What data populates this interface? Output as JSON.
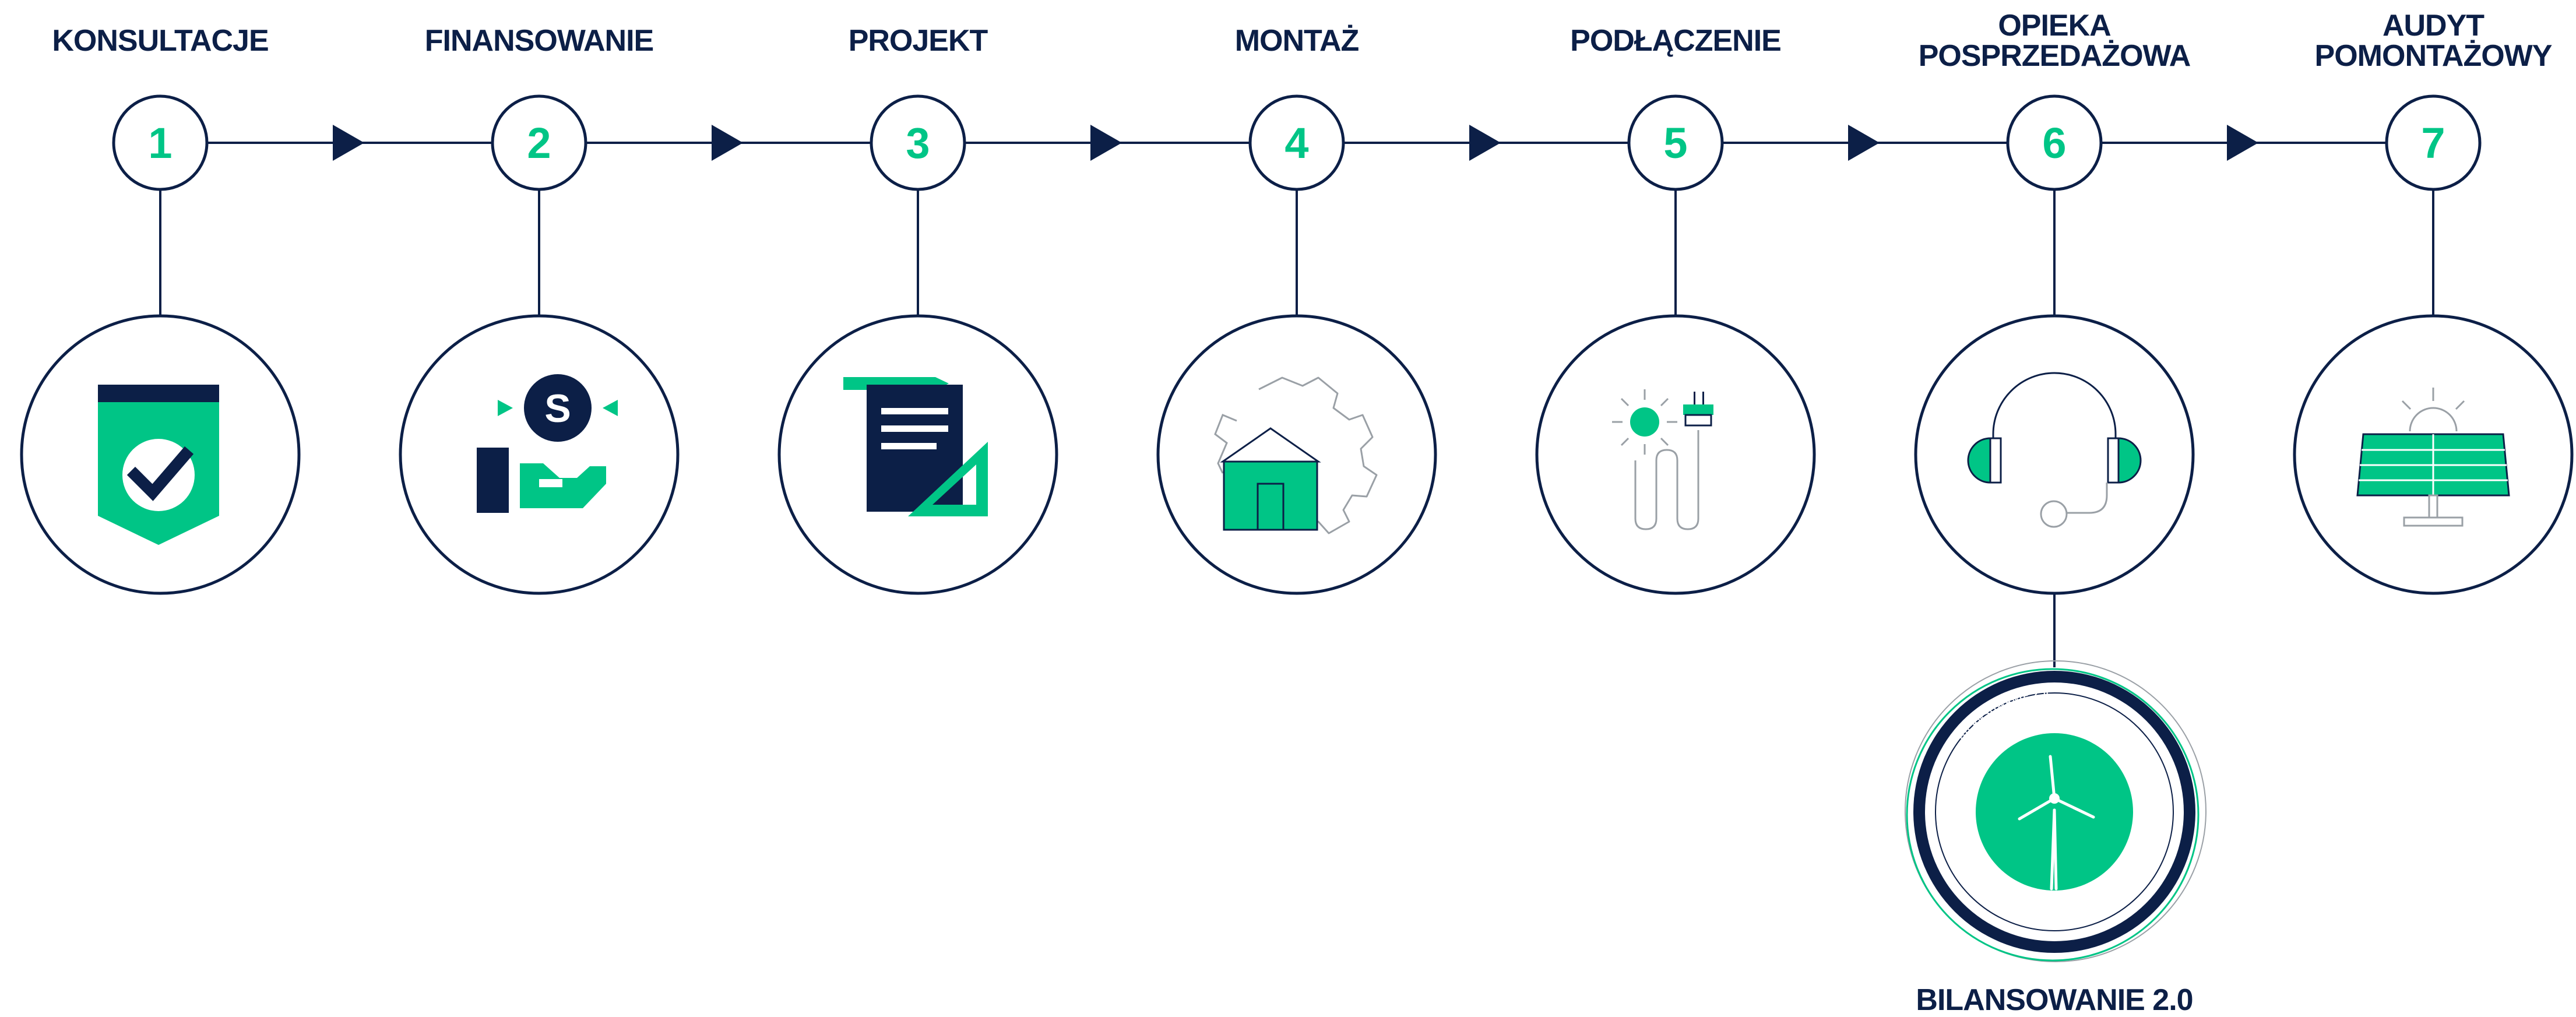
{
  "colors": {
    "navy": "#0c1f47",
    "green": "#00c586",
    "gray": "#9aa0a6"
  },
  "steps": [
    {
      "number": "1",
      "title": [
        "KONSULTACJE"
      ],
      "icon": "shield-check-icon"
    },
    {
      "number": "2",
      "title": [
        "FINANSOWANIE"
      ],
      "icon": "hand-coin-icon"
    },
    {
      "number": "3",
      "title": [
        "PROJEKT"
      ],
      "icon": "document-ruler-icon"
    },
    {
      "number": "4",
      "title": [
        "MONTAŻ"
      ],
      "icon": "house-gear-icon"
    },
    {
      "number": "5",
      "title": [
        "PODŁĄCZENIE"
      ],
      "icon": "sun-plug-icon"
    },
    {
      "number": "6",
      "title": [
        "OPIEKA",
        "POSPRZEDAŻOWA"
      ],
      "icon": "headset-icon"
    },
    {
      "number": "7",
      "title": [
        "AUDYT",
        "POMONTAŻOWY"
      ],
      "icon": "solar-panel-icon"
    }
  ],
  "extra": {
    "label": "BILANSOWANIE 2.0",
    "ring_text": "BILANSOWANIE 2.0",
    "icon": "wind-turbine-icon"
  }
}
